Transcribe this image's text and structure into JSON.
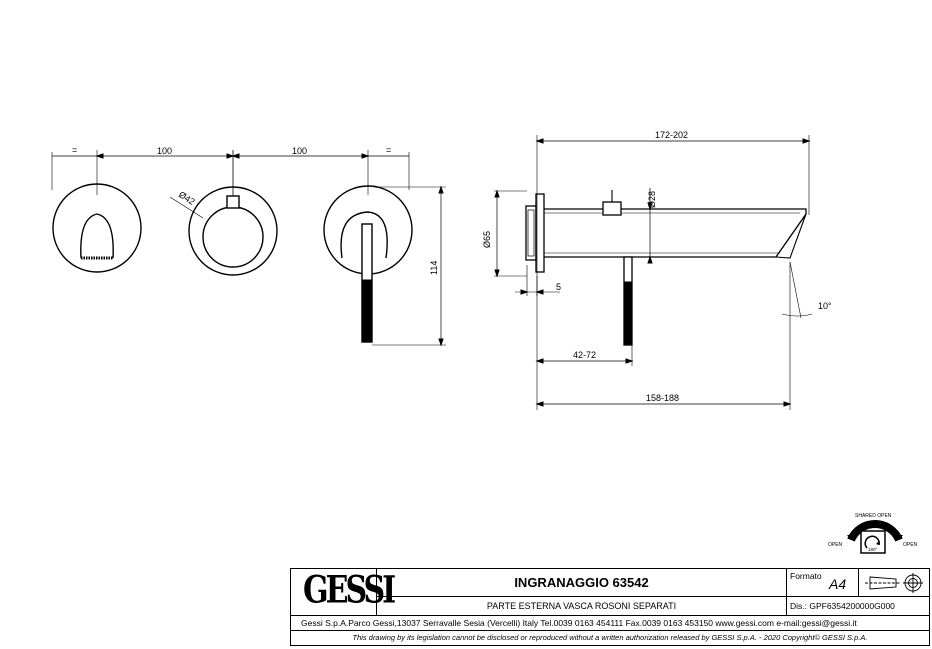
{
  "drawing": {
    "front_view": {
      "dim_equal_left": "=",
      "dim_spacing_1": "100",
      "dim_spacing_2": "100",
      "dim_equal_right": "=",
      "dim_rosette_diameter": "Ø42",
      "dim_height": "114"
    },
    "side_view": {
      "dim_total_length": "172-202",
      "dim_diameter_28": "Ø28",
      "dim_diameter_65": "Ø65",
      "dim_5": "5",
      "dim_42_72": "42-72",
      "dim_158_188": "158-188",
      "dim_angle": "10°"
    },
    "symbol": {
      "shared_open": "SHARED OPEN",
      "open_left": "OPEN",
      "open_right": "OPEN",
      "angle": "180°"
    }
  },
  "title_block": {
    "logo_text": "GESSI",
    "product_title": "INGRANAGGIO 63542",
    "product_subtitle": "PARTE ESTERNA VASCA ROSONI SEPARATI",
    "format_label": "Formato",
    "format_value": "A4",
    "drawing_number": "Dis.: GPF6354200000G000",
    "company_info": "Gessi S.p.A.Parco Gessi,13037 Serravalle Sesia (Vercelli) Italy Tel.0039 0163 454111 Fax.0039 0163 453150 www.gessi.com e-mail:gessi@gessi.it",
    "legal_notice": "This drawing by its legislation cannot be disclosed or reproduced without a written authorization released by GESSI S.p.A. - 2020 Copyright© GESSI S.p.A."
  }
}
